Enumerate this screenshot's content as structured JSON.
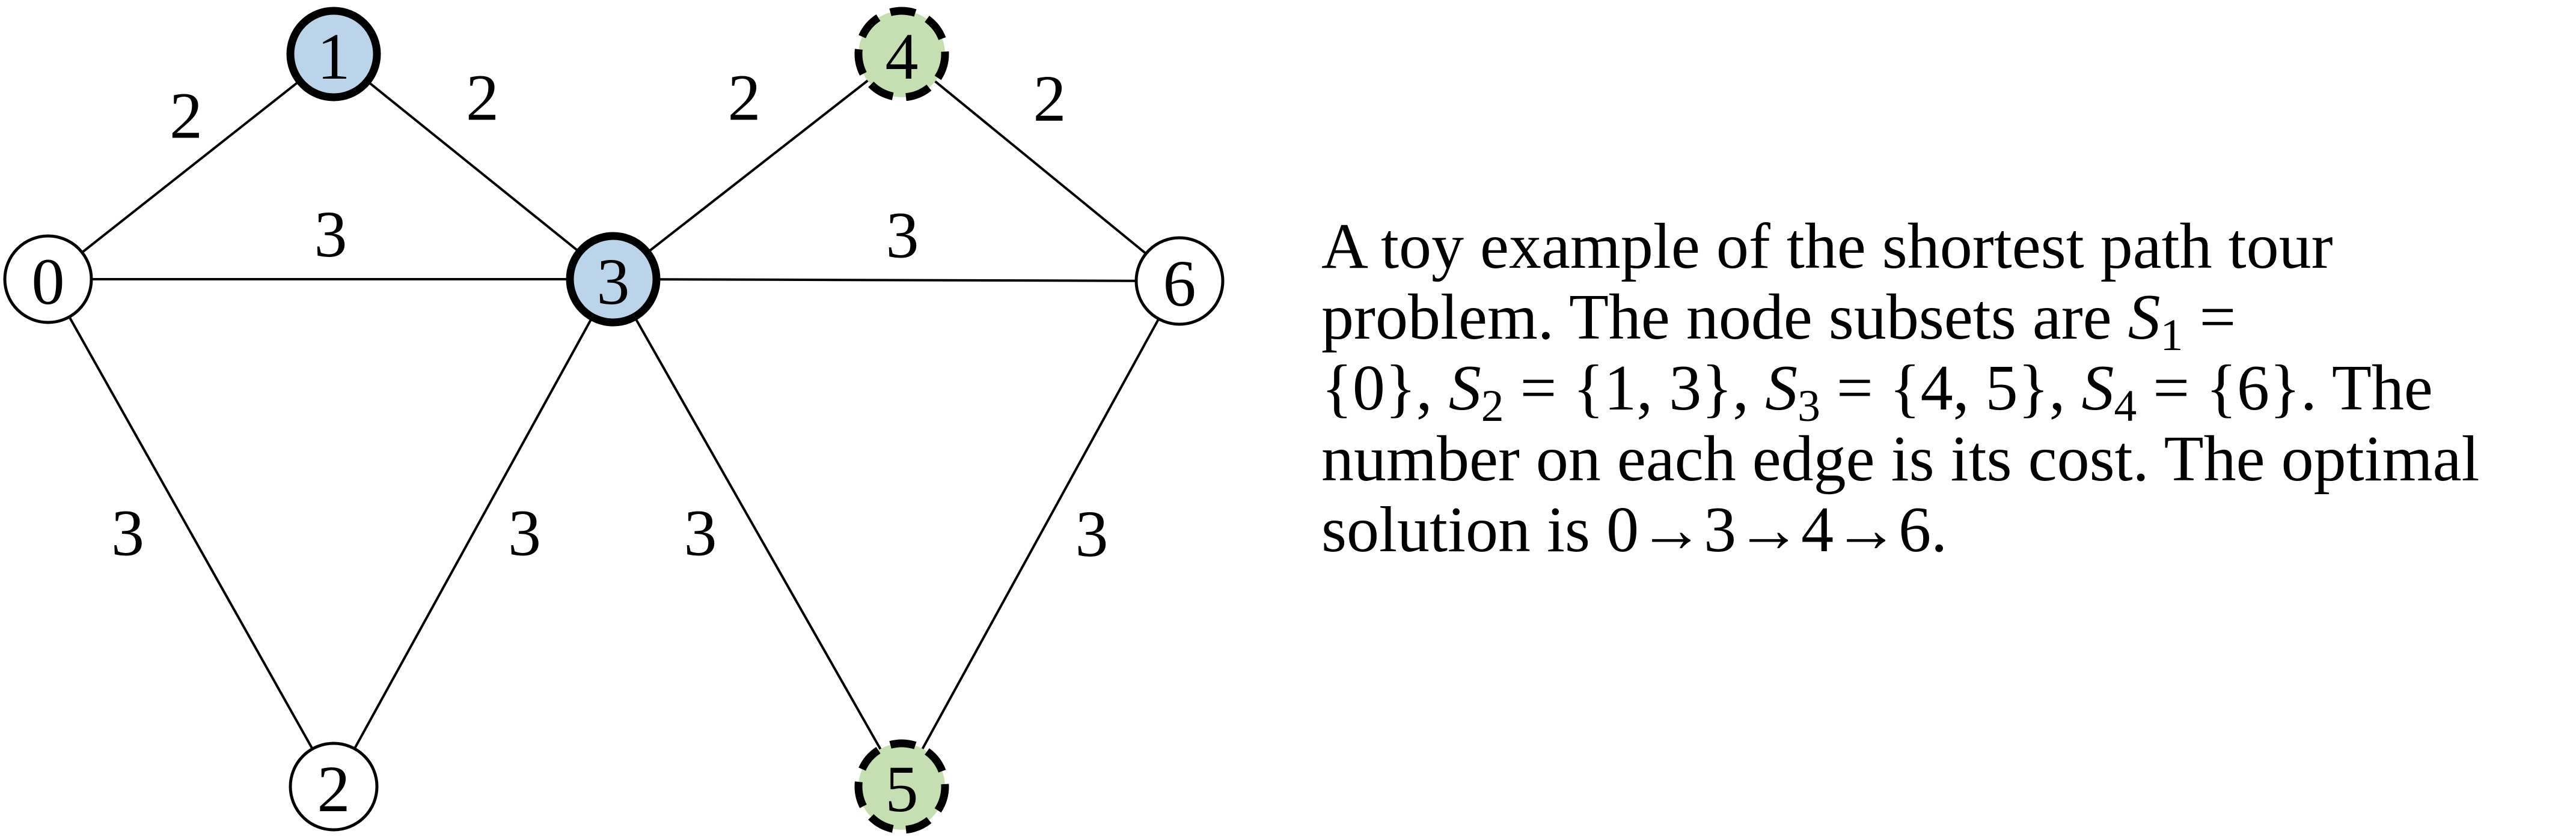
{
  "colors": {
    "blue_fill": "#bcd4ea",
    "green_fill": "#c5dfb3",
    "white_fill": "#ffffff",
    "stroke": "#000000"
  },
  "nodes": [
    {
      "id": "0",
      "label": "0",
      "style": "plain"
    },
    {
      "id": "1",
      "label": "1",
      "style": "blue"
    },
    {
      "id": "2",
      "label": "2",
      "style": "plain"
    },
    {
      "id": "3",
      "label": "3",
      "style": "blue"
    },
    {
      "id": "4",
      "label": "4",
      "style": "green-dashed"
    },
    {
      "id": "5",
      "label": "5",
      "style": "green-dashed"
    },
    {
      "id": "6",
      "label": "6",
      "style": "plain"
    }
  ],
  "edges": [
    {
      "from": "0",
      "to": "1",
      "cost": "2"
    },
    {
      "from": "1",
      "to": "3",
      "cost": "2"
    },
    {
      "from": "3",
      "to": "4",
      "cost": "2"
    },
    {
      "from": "4",
      "to": "6",
      "cost": "2"
    },
    {
      "from": "0",
      "to": "3",
      "cost": "3"
    },
    {
      "from": "3",
      "to": "6",
      "cost": "3"
    },
    {
      "from": "0",
      "to": "2",
      "cost": "3"
    },
    {
      "from": "2",
      "to": "3",
      "cost": "3"
    },
    {
      "from": "3",
      "to": "5",
      "cost": "3"
    },
    {
      "from": "5",
      "to": "6",
      "cost": "3"
    }
  ],
  "caption": {
    "line1": "A toy example of the shortest path tour",
    "line2_a": "problem. The node subsets are ",
    "s": "S",
    "sub1": "1",
    "sub2": "2",
    "sub3": "3",
    "sub4": "4",
    "eq": " =",
    "set1": "{0}, ",
    "eq2": " = {1, 3}, ",
    "eq3": " = {4, 5}, ",
    "eq4": " = {6}. The",
    "line4": "number on each edge is its cost. The optimal",
    "line5": "solution is 0→3→4→6."
  }
}
